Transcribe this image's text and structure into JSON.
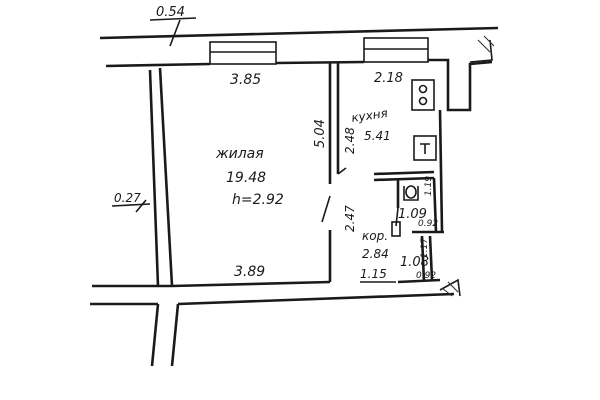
{
  "plan": {
    "dims": {
      "top_wall_thickness": "0.54",
      "left_wall_thickness": "0.27",
      "living_top_width": "3.85",
      "living_bottom_width": "3.89",
      "living_right_length": "5.04",
      "kitchen_width": "2.18",
      "kitchen_depth": "2.48",
      "corridor_length": "2.47",
      "bath_width": "1.09",
      "bath_side": "1.19",
      "bath_door": "0.92",
      "corridor_small_side": "1.17",
      "toilet_width": "1.08",
      "toilet_side": "0.92",
      "entry_width": "1.15"
    },
    "rooms": {
      "living": {
        "name": "жилая",
        "area": "19.48",
        "height": "h=2.92"
      },
      "kitchen": {
        "name": "кухня",
        "area": "5.41"
      },
      "corridor": {
        "name": "кор.",
        "area": "2.84"
      }
    }
  }
}
